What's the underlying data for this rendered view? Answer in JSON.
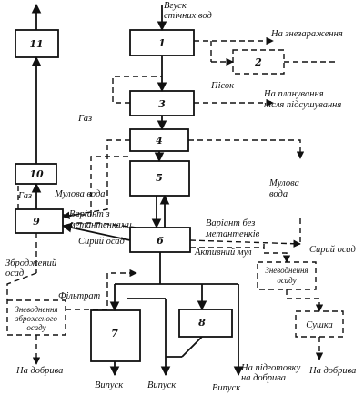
{
  "diagram": {
    "blocks": [
      {
        "id": "b1",
        "label": "1"
      },
      {
        "id": "b2",
        "label": "2"
      },
      {
        "id": "b3",
        "label": "3"
      },
      {
        "id": "b4",
        "label": "4"
      },
      {
        "id": "b5",
        "label": "5"
      },
      {
        "id": "b6",
        "label": "6"
      },
      {
        "id": "b7",
        "label": "7"
      },
      {
        "id": "b8",
        "label": "8"
      },
      {
        "id": "b9",
        "label": "9"
      },
      {
        "id": "b10",
        "label": "10"
      },
      {
        "id": "b11",
        "label": "11"
      }
    ],
    "labels": {
      "inlet_1": "Вгуск",
      "inlet_2": "стічних вод",
      "disinfection": "На знезараження",
      "sand": "Пісок",
      "planning_1": "На планування",
      "planning_2": "після підсушування",
      "gas_1": "Газ",
      "gas_2": "Газ",
      "sludge_water_left": "Мулова вода",
      "variant_with_1": "Варіант з",
      "variant_with_2": "метантенками",
      "raw_sediment_left": "Сирий осад",
      "variant_without_1": "Варіант без",
      "variant_without_2": "метантенків",
      "activated_sludge": "Активний мул",
      "sludge_water_right_1": "Мулова",
      "sludge_water_right_2": "вода",
      "raw_sediment_right": "Сирий осад",
      "fermented_1": "Зброджений",
      "fermented_2": "осад",
      "filtrate": "Фільтрат",
      "dewater_fermented_1": "Зневоднення",
      "dewater_fermented_2": "зброженого",
      "dewater_fermented_3": "осаду",
      "dewater_right_1": "Зневоднення",
      "dewater_right_2": "осаду",
      "drying": "Сушка",
      "fertilizer_left": "На добрива",
      "outlet_7": "Випуск",
      "outlet_8": "Випуск",
      "outlet_right": "Випуск",
      "prep_1": "На підготовку",
      "prep_2": "на добрива",
      "fertilizer_right": "На добрива"
    }
  }
}
